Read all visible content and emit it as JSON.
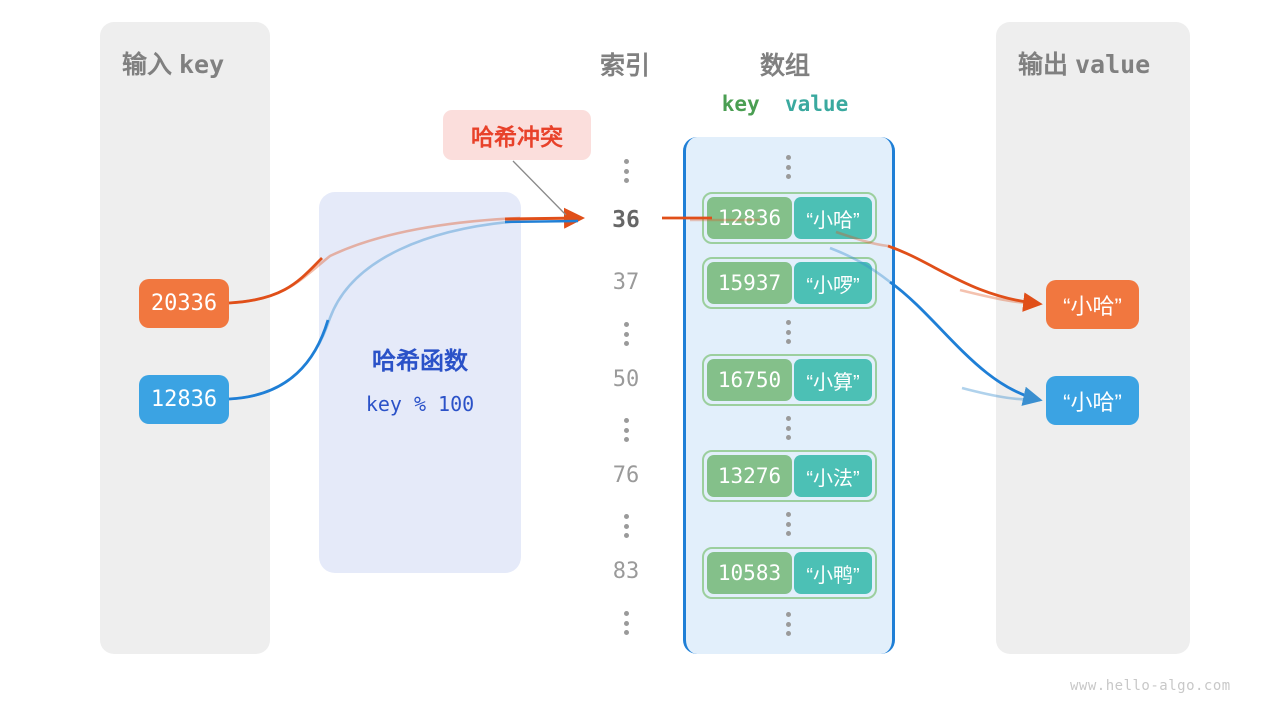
{
  "watermark": "www.hello-algo.com",
  "panels": {
    "input": {
      "title_cn": "输入",
      "title_mono": "key"
    },
    "output": {
      "title_cn": "输出",
      "title_mono": "value"
    }
  },
  "hash_function": {
    "title": "哈希函数",
    "formula": "key % 100"
  },
  "badge": {
    "collision_label": "哈希冲突"
  },
  "headers": {
    "index": "索引",
    "array": "数组",
    "key": "key",
    "value": "value"
  },
  "inputs": [
    {
      "label": "20336",
      "color": "#f1773f"
    },
    {
      "label": "12836",
      "color": "#3ba3e3"
    }
  ],
  "outputs": [
    {
      "label": "“小哈”",
      "color": "#f1773f"
    },
    {
      "label": "“小哈”",
      "color": "#3ba3e3"
    }
  ],
  "index_column": [
    {
      "type": "dots"
    },
    {
      "type": "index",
      "label": "36",
      "active": true
    },
    {
      "type": "index",
      "label": "37",
      "active": false
    },
    {
      "type": "dots"
    },
    {
      "type": "index",
      "label": "50",
      "active": false
    },
    {
      "type": "dots"
    },
    {
      "type": "index",
      "label": "76",
      "active": false
    },
    {
      "type": "dots"
    },
    {
      "type": "index",
      "label": "83",
      "active": false
    },
    {
      "type": "dots"
    }
  ],
  "buckets": [
    {
      "key": "12836",
      "value": "“小哈”"
    },
    {
      "key": "15937",
      "value": "“小啰”"
    },
    {
      "key": "16750",
      "value": "“小算”"
    },
    {
      "key": "13276",
      "value": "“小法”"
    },
    {
      "key": "10583",
      "value": "“小鸭”"
    }
  ],
  "colors": {
    "panel_bg": "#eeeeee",
    "hash_bg": "#e5eaf9",
    "hash_text": "#2b52c8",
    "badge_bg": "#fbdedc",
    "badge_text": "#e8412a",
    "array_bg": "#e2effb",
    "array_border": "#1f7fd6",
    "key_cell": "#84c08a",
    "value_cell": "#4cc0b5",
    "bucket_border": "#9ccf9e",
    "orange_wire": "#e04f19",
    "blue_wire": "#1f7fd6",
    "muted_text": "#9a9a9a"
  }
}
